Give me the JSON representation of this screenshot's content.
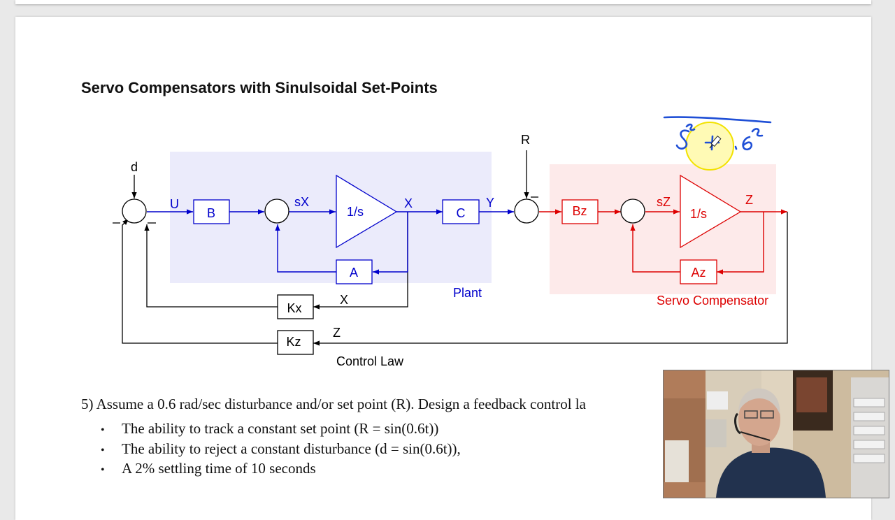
{
  "document": {
    "title": "Servo Compensators with Sinulsoidal Set-Points"
  },
  "diagram": {
    "blocks": {
      "b": "B",
      "integrator": "1/s",
      "a": "A",
      "c": "C",
      "bz": "Bz",
      "integrator_z": "1/s",
      "az": "Az",
      "kx": "Kx",
      "kz": "Kz"
    },
    "signals": {
      "d": "d",
      "u": "U",
      "sx": "sX",
      "x": "X",
      "y": "Y",
      "r": "R",
      "sz": "sZ",
      "z": "Z",
      "x_feedback": "X",
      "z_feedback": "Z"
    },
    "regions": {
      "plant": "Plant",
      "servo_compensator": "Servo Compensator",
      "control_law": "Control Law"
    },
    "colors": {
      "plant_signal": "#0000cc",
      "servo_signal": "#dd0000",
      "plant_bg": "#ebebfb",
      "servo_bg": "#fdeaea",
      "annotation_ink": "#1f4fd6",
      "highlight": "#fff9a8"
    }
  },
  "annotation": {
    "note": "handwritten s² + .6² under a line",
    "cursor_icon": "pen-cursor-icon"
  },
  "problem": {
    "text": "5)  Assume a 0.6 rad/sec disturbance and/or set point (R).  Design a feedback control la",
    "bullets": [
      "The ability to track a constant set point (R = sin(0.6t))",
      "The ability to reject a constant disturbance (d = sin(0.6t)),",
      "A 2% settling time of 10 seconds"
    ]
  },
  "overlay": {
    "webcam": "presenter-webcam"
  }
}
